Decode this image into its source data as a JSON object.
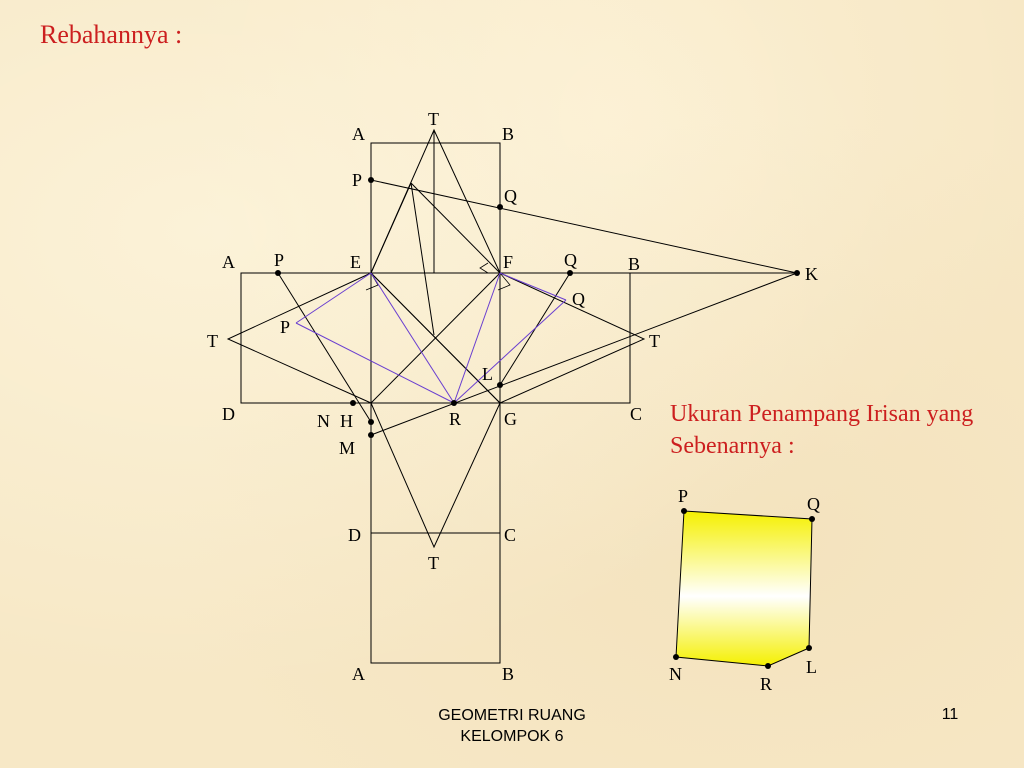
{
  "slide": {
    "title": "Rebahannya :",
    "subtitle": "Ukuran Penampang Irisan yang Sebenarnya :",
    "footer_line1": "GEOMETRI RUANG",
    "footer_line2": "KELOMPOK 6",
    "page_number": "11"
  },
  "colors": {
    "title": "#cc1f1f",
    "section_line": "#6a3fd0",
    "polygon_fill_top": "#f5f000",
    "polygon_fill_mid": "#ffffff"
  },
  "labels": {
    "t_top": "T",
    "a_top": "A",
    "b_top": "B",
    "p_top": "P",
    "q_top": "Q",
    "a_left": "A",
    "p_left": "P",
    "e": "E",
    "f": "F",
    "q_mid": "Q",
    "b_mid": "B",
    "k": "K",
    "q_inner": "Q",
    "p_inner": "P",
    "t_left": "T",
    "t_right": "T",
    "l": "L",
    "d_left": "D",
    "n": "N",
    "h": "H",
    "r": "R",
    "g": "G",
    "c_mid": "C",
    "m": "M",
    "d_low": "D",
    "c_low": "C",
    "t_low": "T",
    "a_bottom": "A",
    "b_bottom": "B",
    "poly_p": "P",
    "poly_q": "Q",
    "poly_l": "L",
    "poly_r": "R",
    "poly_n": "N"
  }
}
